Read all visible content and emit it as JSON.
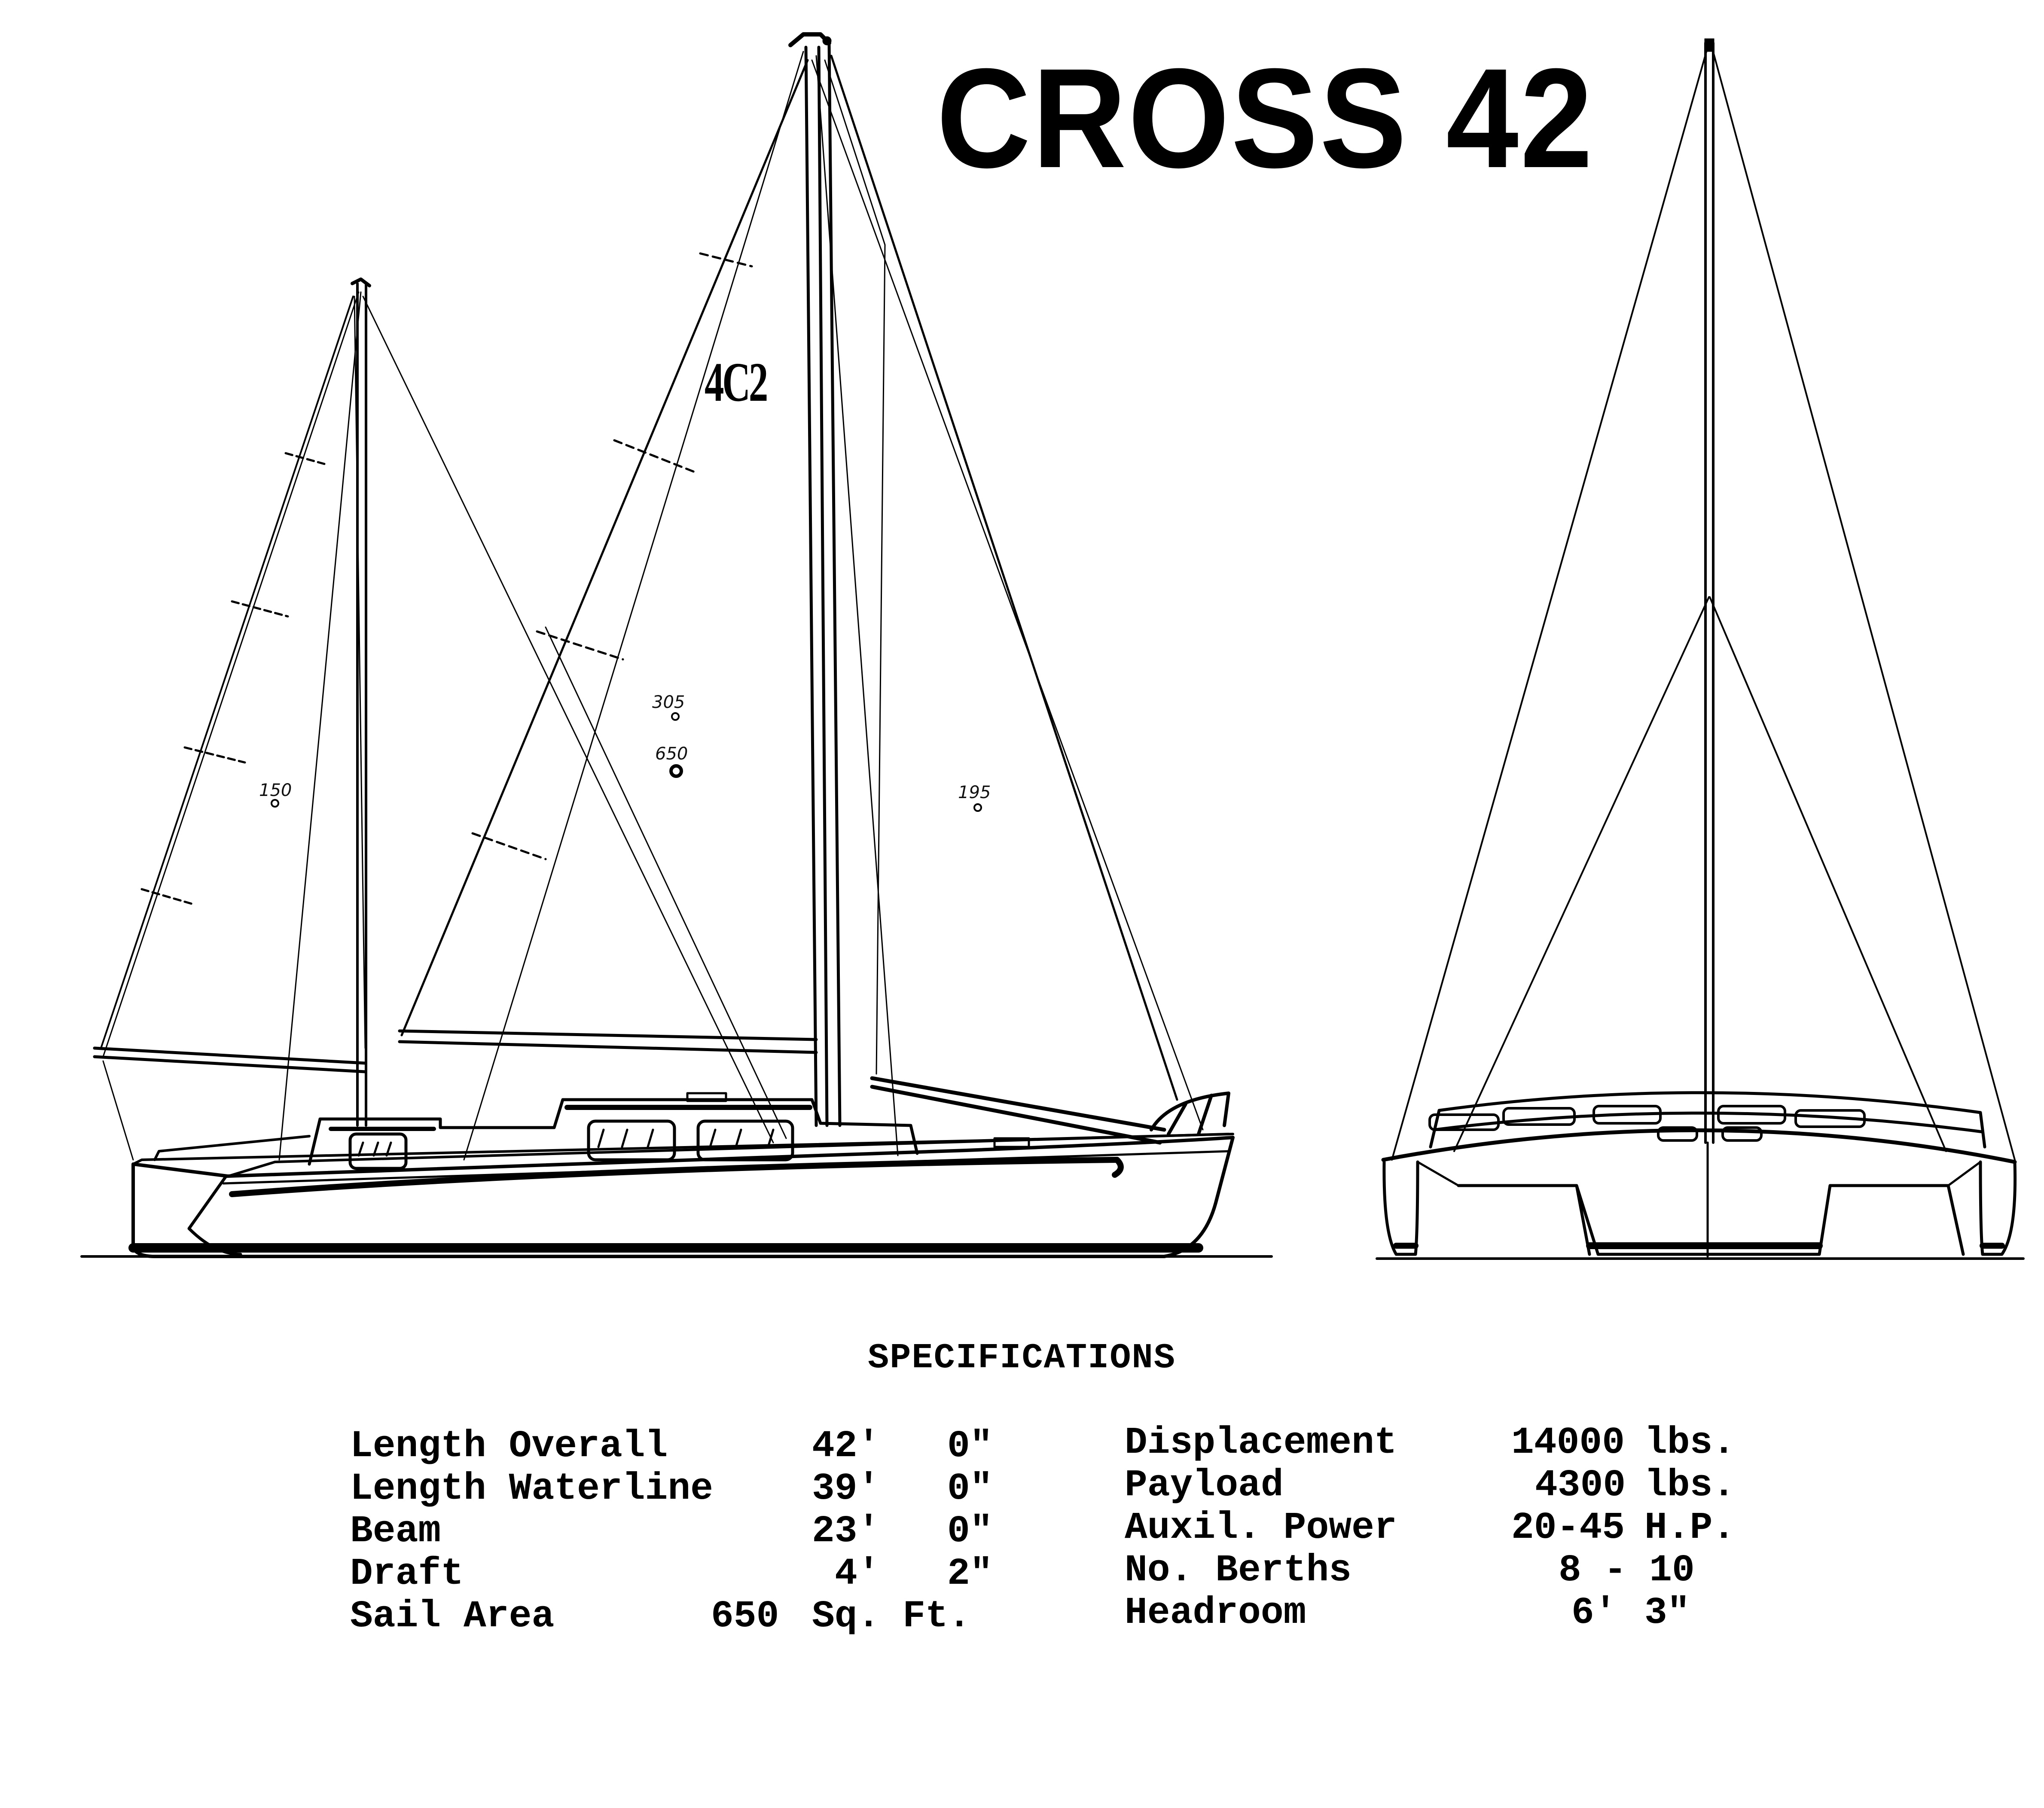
{
  "title": "CROSS 42",
  "sail_logo": "4C2",
  "sail_areas": {
    "mizzen": "150",
    "main": "305",
    "total": "650",
    "jib": "195"
  },
  "specifications": {
    "heading": "SPECIFICATIONS",
    "left": [
      {
        "label": "Length Overall",
        "feet": "42'",
        "inches": "0\""
      },
      {
        "label": "Length Waterline",
        "feet": "39'",
        "inches": "0\""
      },
      {
        "label": "Beam",
        "feet": "23'",
        "inches": "0\""
      },
      {
        "label": "Draft",
        "feet": "4'",
        "inches": "2\""
      },
      {
        "label": "Sail Area",
        "value": "650",
        "unit": "Sq. Ft."
      }
    ],
    "right": [
      {
        "label": "Displacement",
        "value": "14000",
        "unit": "lbs."
      },
      {
        "label": "Payload",
        "value": "4300",
        "unit": "lbs."
      },
      {
        "label": "Auxil. Power",
        "value": "20-45",
        "unit": "H.P."
      },
      {
        "label": "No. Berths",
        "value": "8 - 10",
        "unit": ""
      },
      {
        "label": "Headroom",
        "value": "6'",
        "unit": "3\""
      }
    ]
  },
  "colors": {
    "ink": "#000000",
    "paper": "#ffffff"
  }
}
